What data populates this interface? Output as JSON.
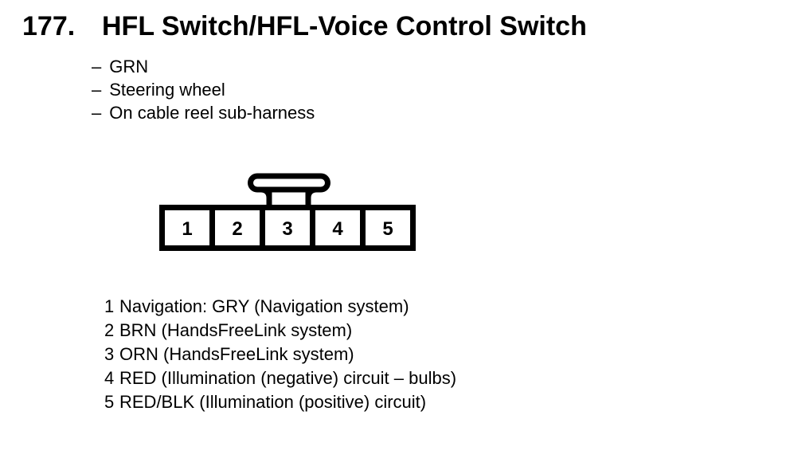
{
  "page": {
    "colors": {
      "ink": "#000000",
      "paper": "#ffffff"
    }
  },
  "header": {
    "index": "177.",
    "title": "HFL Switch/HFL-Voice Control Switch"
  },
  "attributes": {
    "marker": "–",
    "items": [
      "GRN",
      "Steering wheel",
      "On cable reel sub-harness"
    ]
  },
  "connector": {
    "cavities": [
      "1",
      "2",
      "3",
      "4",
      "5"
    ]
  },
  "pins": [
    {
      "number": "1",
      "description": "Navigation: GRY (Navigation system)"
    },
    {
      "number": "2",
      "description": "BRN (HandsFreeLink system)"
    },
    {
      "number": "3",
      "description": "ORN (HandsFreeLink system)"
    },
    {
      "number": "4",
      "description": "RED (Illumination (negative) circuit – bulbs)"
    },
    {
      "number": "5",
      "description": "RED/BLK (Illumination (positive) circuit)"
    }
  ]
}
